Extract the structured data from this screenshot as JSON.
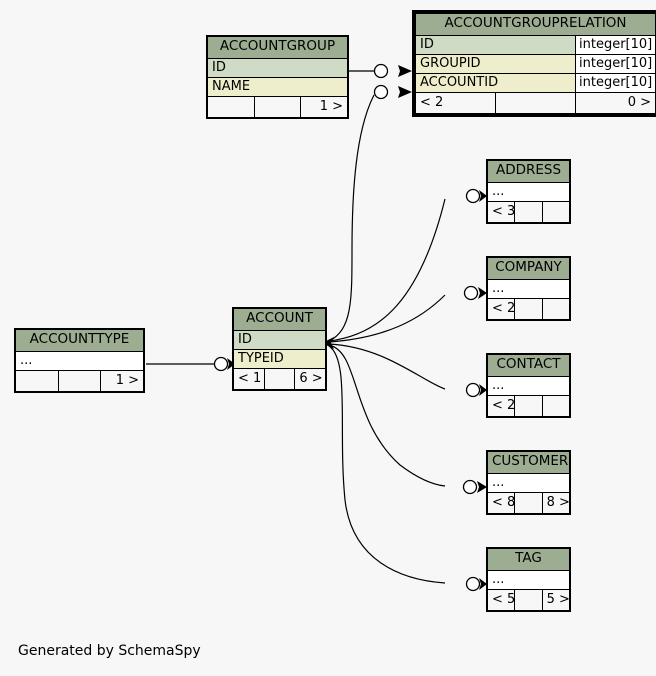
{
  "diagram": {
    "generator_note": "Generated by SchemaSpy",
    "background_color": "#f7f7f7",
    "header_color": "#9dad92",
    "pk_row_color": "#cfdbc5",
    "fk_row_color": "#eeeecc",
    "plain_row_color": "#ffffff",
    "footer_row_color": "#f7f7f7",
    "line_color": "#000000"
  },
  "tables": [
    {
      "id": "accountgrouprelation",
      "name": "ACCOUNTGROUPRELATION",
      "focal": true,
      "rows": [
        {
          "name": "ID",
          "type": "integer[10]",
          "kind": "pk"
        },
        {
          "name": "GROUPID",
          "type": "integer[10]",
          "kind": "fk"
        },
        {
          "name": "ACCOUNTID",
          "type": "integer[10]",
          "kind": "fk"
        }
      ],
      "footer": {
        "left": "< 2",
        "middle": "",
        "right": "0 >"
      }
    },
    {
      "id": "accountgroup",
      "name": "ACCOUNTGROUP",
      "focal": false,
      "rows": [
        {
          "name": "ID",
          "type": "",
          "kind": "pk"
        },
        {
          "name": "NAME",
          "type": "",
          "kind": "fk"
        }
      ],
      "footer": {
        "left": "",
        "middle": "",
        "right": "1 >"
      }
    },
    {
      "id": "account",
      "name": "ACCOUNT",
      "focal": false,
      "rows": [
        {
          "name": "ID",
          "type": "",
          "kind": "pk"
        },
        {
          "name": "TYPEID",
          "type": "",
          "kind": "fk"
        }
      ],
      "footer": {
        "left": "< 1",
        "middle": "",
        "right": "6 >"
      }
    },
    {
      "id": "accounttype",
      "name": "ACCOUNTTYPE",
      "focal": false,
      "rows": [
        {
          "name": "...",
          "type": "",
          "kind": "plain"
        }
      ],
      "footer": {
        "left": "",
        "middle": "",
        "right": "1 >"
      }
    },
    {
      "id": "address",
      "name": "ADDRESS",
      "focal": false,
      "rows": [
        {
          "name": "...",
          "type": "",
          "kind": "plain"
        }
      ],
      "footer": {
        "left": "< 3",
        "middle": "",
        "right": ""
      }
    },
    {
      "id": "company",
      "name": "COMPANY",
      "focal": false,
      "rows": [
        {
          "name": "...",
          "type": "",
          "kind": "plain"
        }
      ],
      "footer": {
        "left": "< 2",
        "middle": "",
        "right": ""
      }
    },
    {
      "id": "contact",
      "name": "CONTACT",
      "focal": false,
      "rows": [
        {
          "name": "...",
          "type": "",
          "kind": "plain"
        }
      ],
      "footer": {
        "left": "< 2",
        "middle": "",
        "right": ""
      }
    },
    {
      "id": "customer",
      "name": "CUSTOMER",
      "focal": false,
      "rows": [
        {
          "name": "...",
          "type": "",
          "kind": "plain"
        }
      ],
      "footer": {
        "left": "< 8",
        "middle": "",
        "right": "8 >"
      }
    },
    {
      "id": "tag",
      "name": "TAG",
      "focal": false,
      "rows": [
        {
          "name": "...",
          "type": "",
          "kind": "plain"
        }
      ],
      "footer": {
        "left": "< 5",
        "middle": "",
        "right": "5 >"
      }
    }
  ],
  "relationships": [
    {
      "from": "accountgroup",
      "to": "accountgrouprelation",
      "to_column": "GROUPID"
    },
    {
      "from": "account",
      "to": "accountgrouprelation",
      "to_column": "ACCOUNTID"
    },
    {
      "from": "account",
      "to": "address"
    },
    {
      "from": "account",
      "to": "company"
    },
    {
      "from": "account",
      "to": "contact"
    },
    {
      "from": "account",
      "to": "customer"
    },
    {
      "from": "account",
      "to": "tag"
    },
    {
      "from": "accounttype",
      "to": "account",
      "to_column": "TYPEID"
    }
  ]
}
